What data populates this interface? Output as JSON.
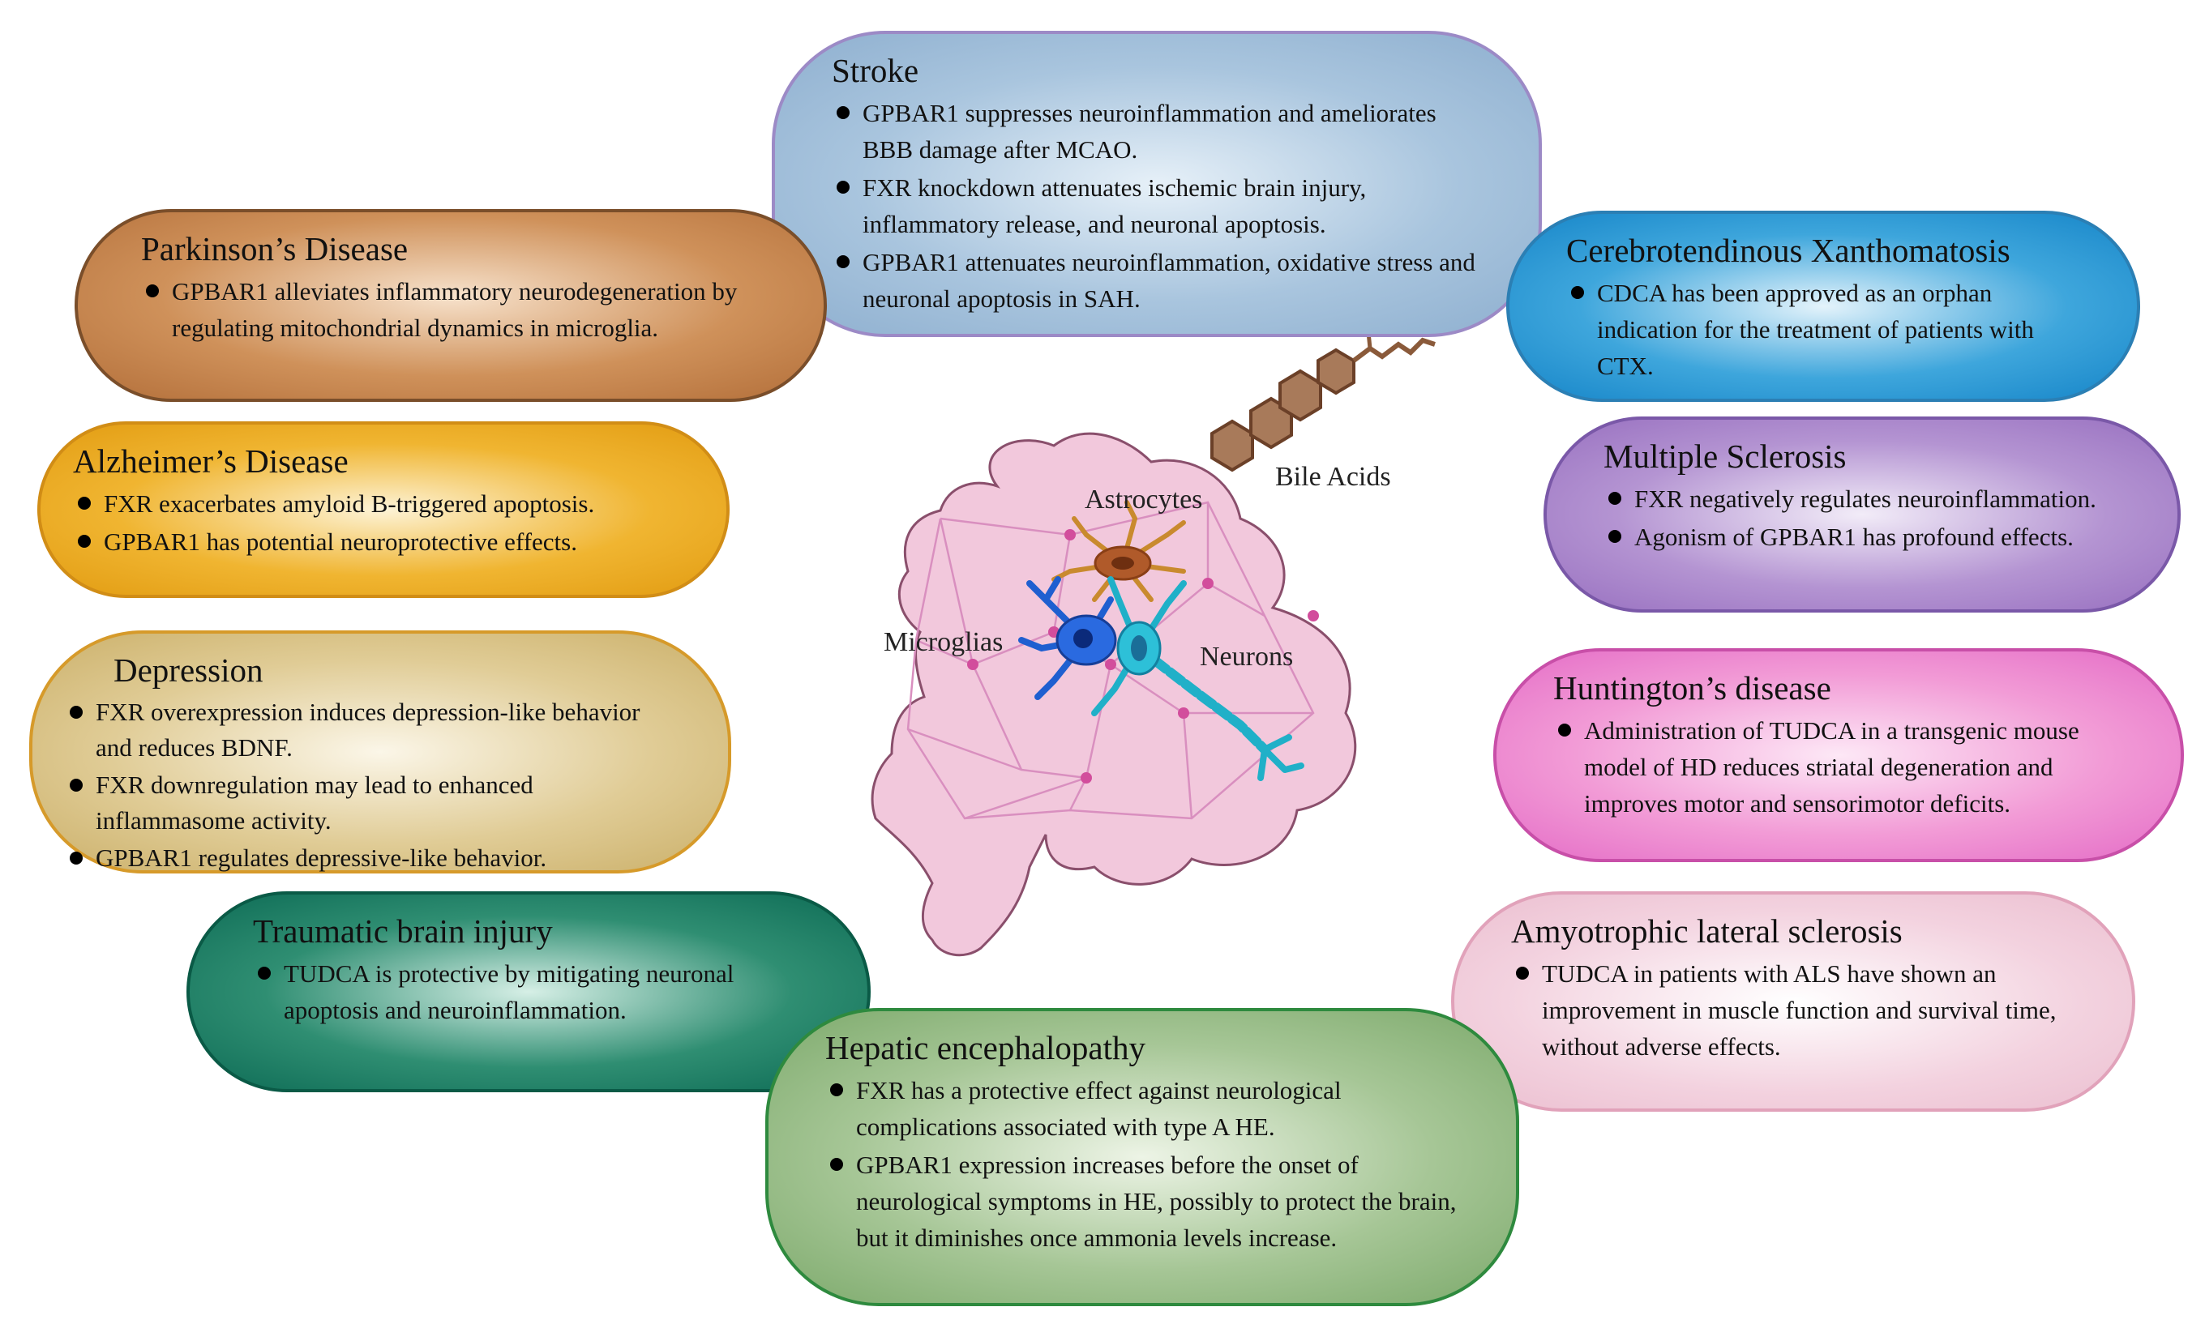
{
  "boxes": {
    "stroke": {
      "title": "Stroke",
      "bullets": [
        "GPBAR1 suppresses neuroinflammation and ameliorates BBB damage after MCAO.",
        "FXR knockdown attenuates ischemic brain injury, inflammatory release, and neuronal apoptosis.",
        "GPBAR1 attenuates neuroinflammation, oxidative stress and neuronal apoptosis in SAH."
      ]
    },
    "parkinsons": {
      "title": "Parkinson’s Disease",
      "bullets": [
        "GPBAR1 alleviates inflammatory neurodegeneration by regulating mitochondrial dynamics in microglia."
      ]
    },
    "ctx": {
      "title": "Cerebrotendinous Xanthomatosis",
      "bullets": [
        "CDCA has been approved as an orphan indication for the treatment of patients with CTX."
      ]
    },
    "alzheimers": {
      "title": "Alzheimer’s Disease",
      "bullets": [
        "FXR exacerbates amyloid B-triggered apoptosis.",
        "GPBAR1 has potential neuroprotective effects."
      ]
    },
    "ms": {
      "title": "Multiple Sclerosis",
      "bullets": [
        "FXR negatively regulates neuroinflammation.",
        "Agonism of GPBAR1 has profound effects."
      ]
    },
    "depression": {
      "title": "Depression",
      "bullets": [
        "FXR overexpression induces depression-like behavior and reduces BDNF.",
        "FXR downregulation may lead to enhanced inflammasome activity.",
        "GPBAR1 regulates depressive-like behavior."
      ]
    },
    "huntingtons": {
      "title": "Huntington’s disease",
      "bullets": [
        "Administration of TUDCA in a transgenic mouse model of HD reduces striatal degeneration and improves motor and sensorimotor deficits."
      ]
    },
    "tbi": {
      "title": "Traumatic brain injury",
      "bullets": [
        "TUDCA is protective by mitigating neuronal apoptosis and neuroinflammation."
      ]
    },
    "he": {
      "title": "Hepatic encephalopathy",
      "bullets": [
        "FXR has a protective effect against neurological complications associated with type A HE.",
        "GPBAR1 expression increases before the onset of neurological symptoms in HE, possibly to protect the brain, but it diminishes once ammonia levels increase."
      ]
    },
    "als": {
      "title": "Amyotrophic lateral sclerosis",
      "bullets": [
        "TUDCA in patients with ALS have shown an improvement in muscle function and survival time, without adverse effects."
      ]
    }
  },
  "center": {
    "bile_acids": "Bile Acids",
    "astrocytes": "Astrocytes",
    "microglias": "Microglias",
    "neurons": "Neurons"
  },
  "colors": {
    "brain_fill": "#f2c8dc",
    "brain_stroke": "#8a4f6c",
    "network_line": "#d98fbf",
    "astrocyte": "#c98a2e",
    "microglia": "#1f5fd0",
    "neuron": "#20b0c8",
    "bile_acid": "#a87a5a"
  }
}
